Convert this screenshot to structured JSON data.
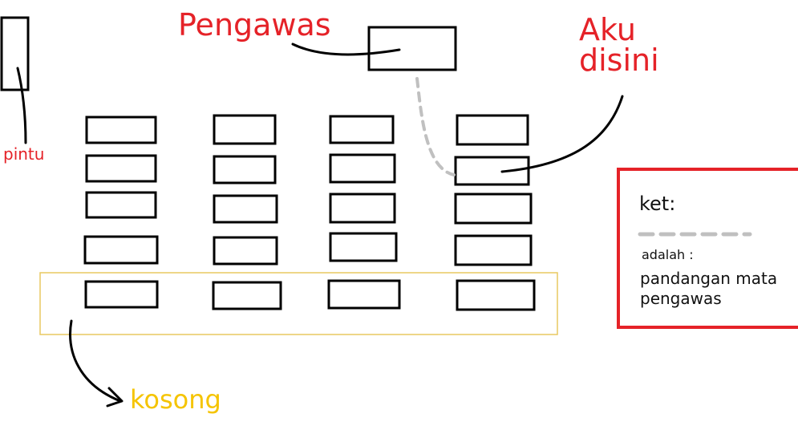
{
  "labels": {
    "supervisor": "Pengawas",
    "me": [
      "Aku",
      "disini"
    ],
    "door": "pintu",
    "empty": "kosong"
  },
  "legend": {
    "title": "ket:",
    "line_meaning_prefix": "adalah :",
    "line_meaning": [
      "pandangan mata",
      "pengawas"
    ]
  },
  "colors": {
    "label_red": "#e52228",
    "empty_yellow": "#f5c400",
    "empty_row_border": "#e8c860",
    "desk_stroke": "#000000",
    "gaze_line": "#c0c0c0",
    "legend_border": "#e52228"
  }
}
